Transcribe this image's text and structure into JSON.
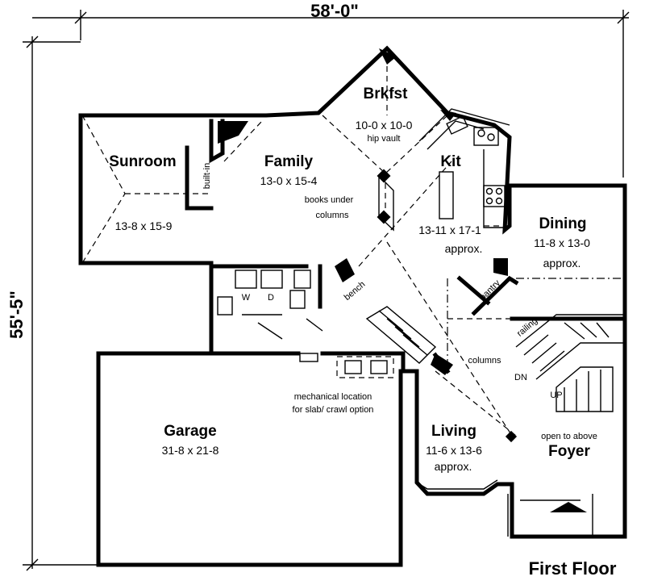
{
  "dimensions": {
    "width": "58'-0\"",
    "depth": "55'-5\""
  },
  "rooms": {
    "brkfst": {
      "name": "Brkfst",
      "size": "10-0 x 10-0",
      "note": "hip vault"
    },
    "sunroom": {
      "name": "Sunroom",
      "size": "13-8 x 15-9"
    },
    "family": {
      "name": "Family",
      "size": "13-0 x 15-4"
    },
    "kit": {
      "name": "Kit",
      "size": "13-11 x 17-1",
      "note": "approx."
    },
    "dining": {
      "name": "Dining",
      "size": "11-8 x 13-0",
      "note": "approx."
    },
    "garage": {
      "name": "Garage",
      "size": "31-8 x 21-8"
    },
    "living": {
      "name": "Living",
      "size": "11-6 x 13-6",
      "note": "approx."
    },
    "foyer": {
      "name": "Foyer",
      "note": "open to above"
    }
  },
  "labels": {
    "built_in": "built-in",
    "books_under": "books under",
    "columns": "columns",
    "columns_2": "columns",
    "bench": "bench",
    "pantry": "pantry",
    "railing": "railing",
    "dn": "DN",
    "up": "UP",
    "washer": "W",
    "dryer": "D",
    "mechanical_1": "mechanical location",
    "mechanical_2": "for slab/ crawl option"
  },
  "floor_title": "First Floor"
}
